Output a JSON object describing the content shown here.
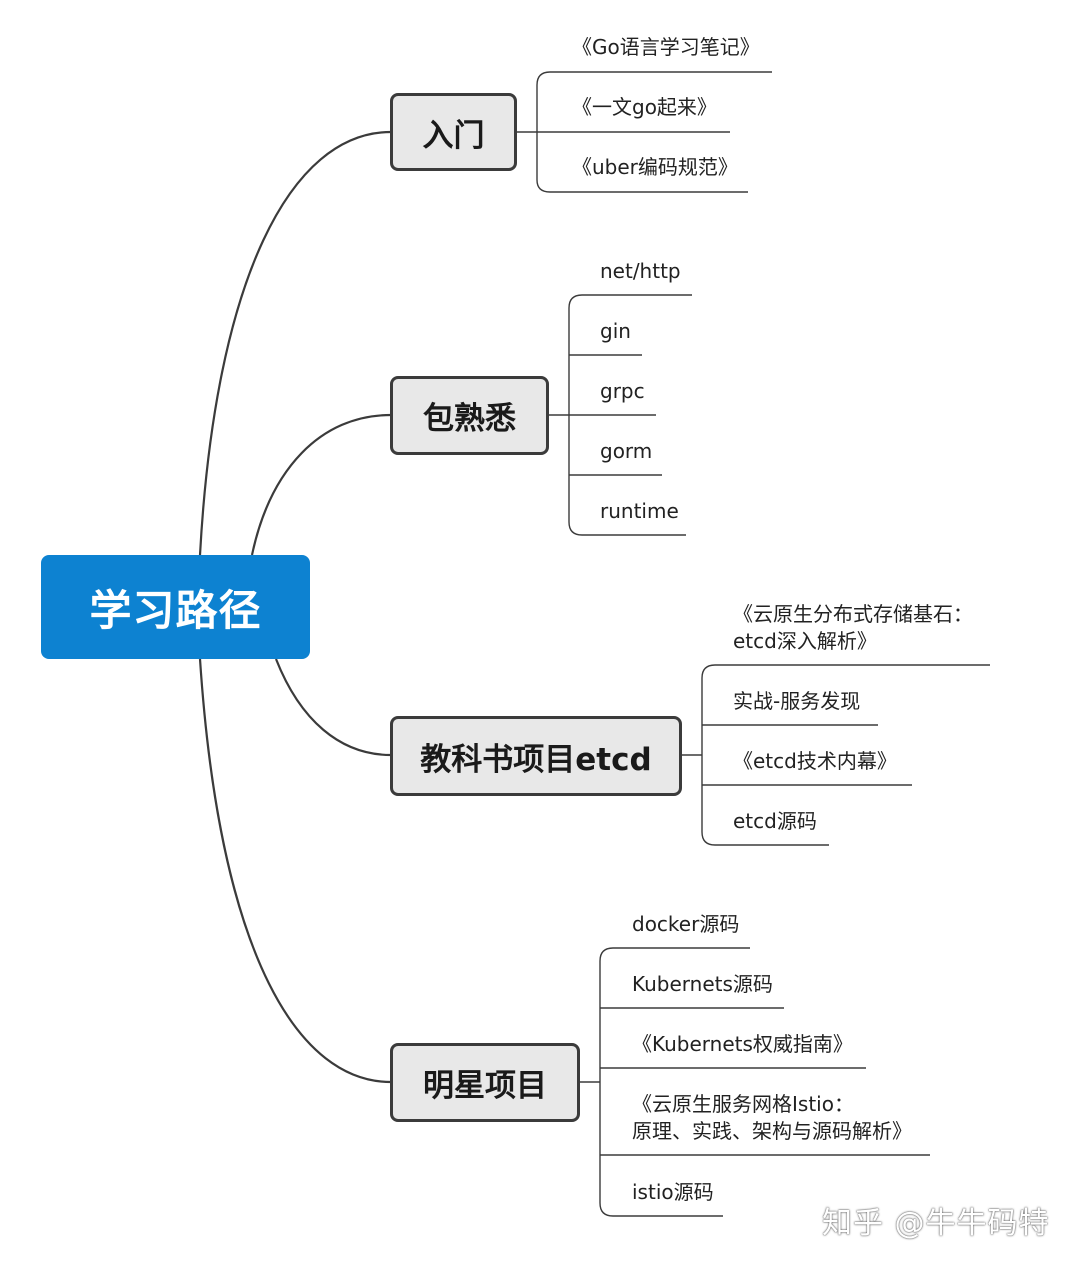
{
  "root": {
    "label": "学习路径"
  },
  "branches": [
    {
      "label": "入门",
      "leaves": [
        "《Go语言学习笔记》",
        "《一文go起来》",
        "《uber编码规范》"
      ]
    },
    {
      "label": "包熟悉",
      "leaves": [
        "net/http",
        "gin",
        "grpc",
        "gorm",
        "runtime"
      ]
    },
    {
      "label": "教科书项目etcd",
      "leaves": [
        [
          "《云原生分布式存储基石：",
          "etcd深入解析》"
        ],
        "实战-服务发现",
        "《etcd技术内幕》",
        "etcd源码"
      ]
    },
    {
      "label": "明星项目",
      "leaves": [
        "docker源码",
        "Kubernets源码",
        "《Kubernets权威指南》",
        [
          "《云原生服务网格Istio：",
          "原理、实践、架构与源码解析》"
        ],
        "istio源码"
      ]
    }
  ],
  "watermark": "知乎 @牛牛码特",
  "colors": {
    "root_fill": "#0d82d1",
    "topic_fill": "#e8e8e8",
    "line": "#3b3b3b"
  }
}
